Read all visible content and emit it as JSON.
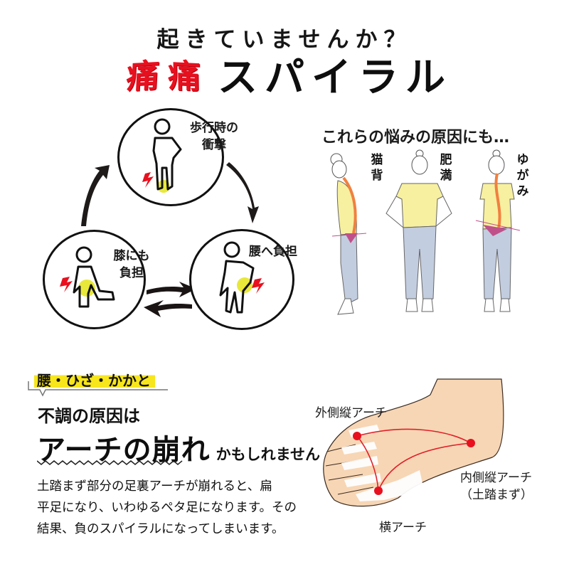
{
  "header": {
    "subtitle": "起きていませんか？",
    "title_pain_1": "痛",
    "title_pain_2": "痛",
    "title_main": "スパイラル"
  },
  "cycle": {
    "items": [
      {
        "label_line1": "歩行時の",
        "label_line2": "衝撃",
        "icon": "walking-figure-knee-pain-icon"
      },
      {
        "label_line1": "腰へ負担",
        "label_line2": "",
        "icon": "standing-figure-back-pain-icon"
      },
      {
        "label_line1": "膝にも",
        "label_line2": "負担",
        "icon": "kneeling-figure-knee-pain-icon"
      }
    ],
    "colors": {
      "pain_highlight": "#e8e83a",
      "pain_spark": "#e8101e",
      "line": "#111111"
    }
  },
  "causes": {
    "heading": "これらの悩みの原因にも…",
    "figures": [
      {
        "label": "猫背",
        "chars": [
          "猫",
          "背"
        ]
      },
      {
        "label": "肥満",
        "chars": [
          "肥",
          "満"
        ]
      },
      {
        "label": "ゆがみ",
        "chars": [
          "ゆ",
          "が",
          "み"
        ]
      }
    ],
    "colors": {
      "shirt": "#f7f0a0",
      "pants": "#c3cde0",
      "spine": "#f08040",
      "pelvis": "#c0508a",
      "skin": "#ffffff"
    }
  },
  "arch_section": {
    "tag": "腰・ひざ・かかと",
    "headline_1": "不調の原因は",
    "headline_2_big": "アーチの崩れ",
    "headline_2_small": "かもしれません",
    "body": [
      "土踏まず部分の足裏アーチが崩れると、扁",
      "平足になり、いわゆるペタ足になります。その",
      "結果、負のスパイラルになってしまいます。"
    ],
    "colors": {
      "highlight": "#f7e61c"
    }
  },
  "foot_diagram": {
    "labels": {
      "outer": "外側縦アーチ",
      "inner_line1": "内側縦アーチ",
      "inner_line2": "（土踏まず）",
      "transverse": "横アーチ"
    },
    "colors": {
      "skin": "#f7d6b5",
      "bone": "#ffffff",
      "arch_line": "#e0202a",
      "point": "#e8101e"
    }
  }
}
